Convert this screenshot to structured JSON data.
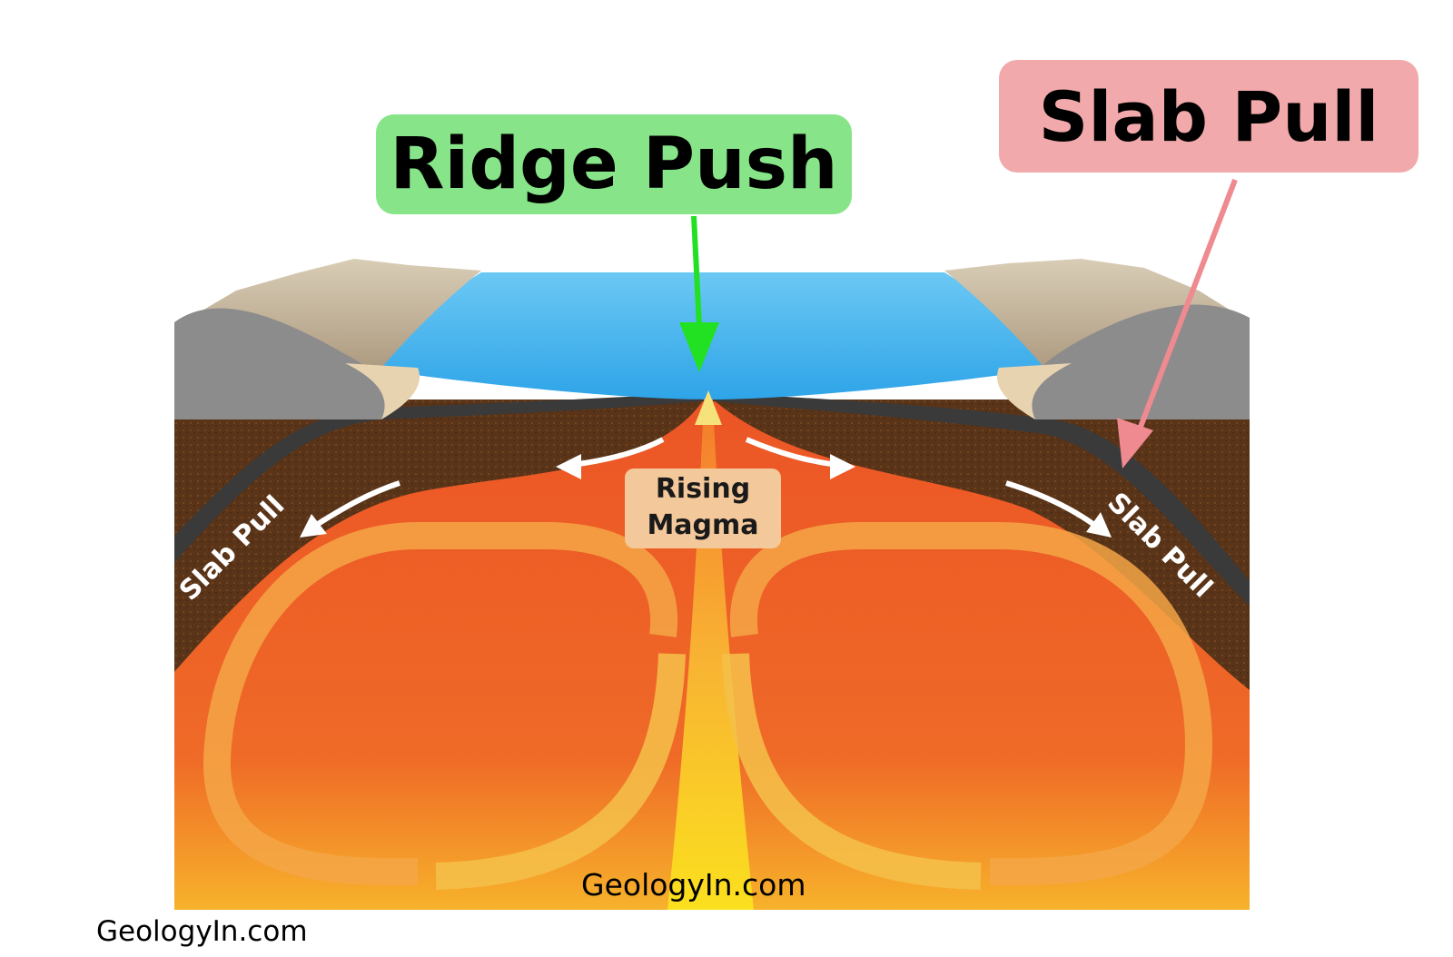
{
  "labels": {
    "ridge_push": "Ridge Push",
    "slab_pull_callout": "Slab Pull",
    "slab_pull_left": "Slab Pull",
    "slab_pull_right": "Slab Pull",
    "rising_line1": "Rising",
    "rising_line2": "Magma"
  },
  "credits": {
    "inner": "GeologyIn.com",
    "page": "GeologyIn.com"
  },
  "colors": {
    "ridge_callout": "#87e489",
    "slab_callout": "#f2a9ab",
    "ridge_arrow": "#22e022",
    "slab_arrow": "#ee8a90",
    "mantle": "#ec5a28",
    "ocean": "#46b4ec",
    "crust_dark": "#3a3a3a",
    "lithosphere": "#5c3418"
  }
}
